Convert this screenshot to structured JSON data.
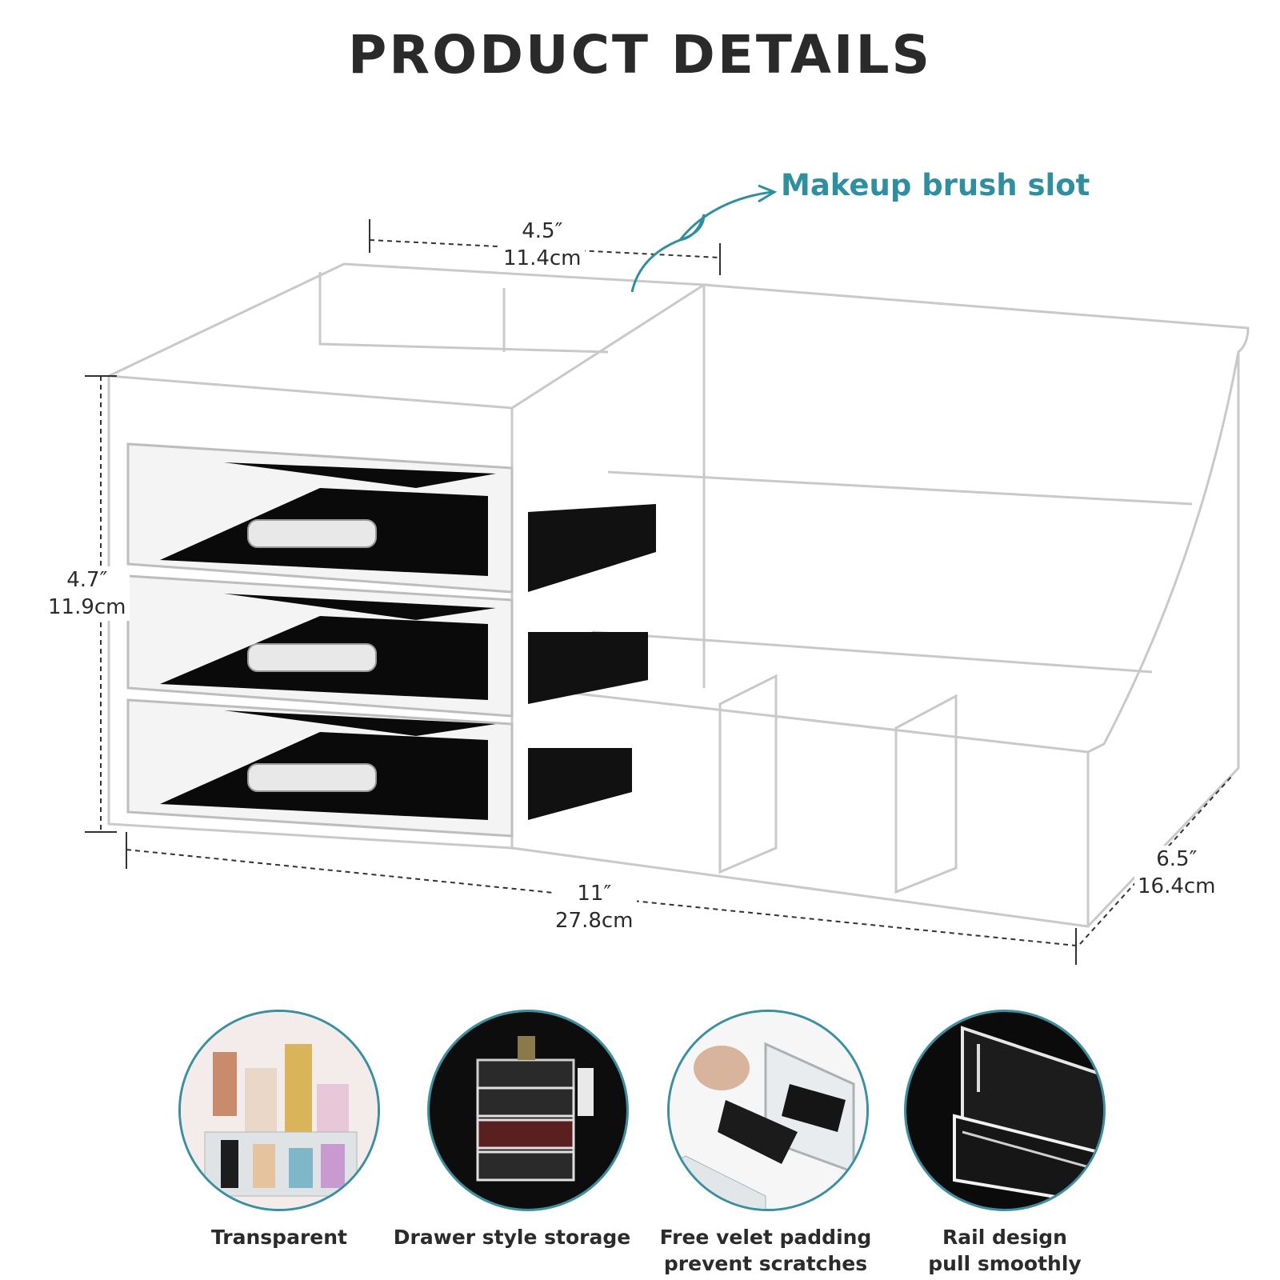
{
  "title": "PRODUCT DETAILS",
  "callout": "Makeup brush slot",
  "dimensions": {
    "top_width": {
      "in": "4.5″",
      "cm": "11.4cm"
    },
    "height": {
      "in": "4.7″",
      "cm": "11.9cm"
    },
    "length": {
      "in": "11″",
      "cm": "27.8cm"
    },
    "depth": {
      "in": "6.5″",
      "cm": "16.4cm"
    }
  },
  "features": [
    {
      "line1": "Transparent",
      "line2": ""
    },
    {
      "line1": "Drawer style storage",
      "line2": ""
    },
    {
      "line1": "Free velet padding",
      "line2": "prevent scratches"
    },
    {
      "line1": "Rail design",
      "line2": "pull smoothly"
    }
  ],
  "colors": {
    "accent": "#2f8f9f",
    "text": "#2b2b2b",
    "ring": "#3a8fa0"
  }
}
